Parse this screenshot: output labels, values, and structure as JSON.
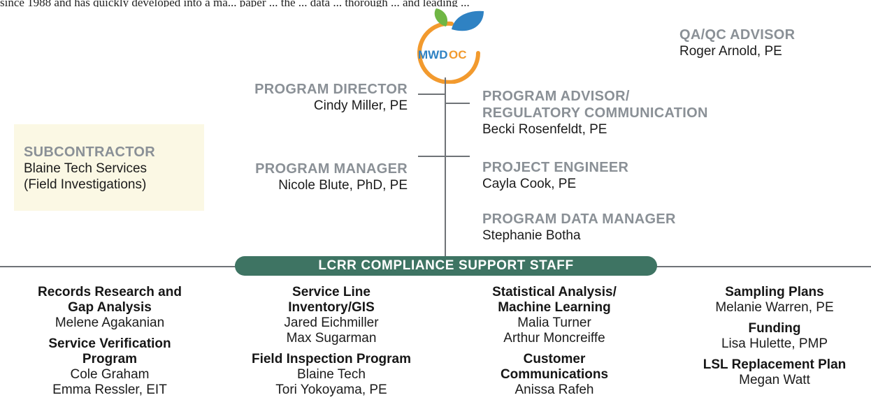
{
  "header_fragment": "since 1988 and has quickly developed into a ma... paper ... the ... data ... thorough ... and leading ...",
  "logo": {
    "text_mwd": "MWD",
    "text_oc": "OC",
    "orange": "#f29a2e",
    "green": "#6fb644",
    "blue": "#2f82c3"
  },
  "qaqc": {
    "title": "QA/QC ADVISOR",
    "name": "Roger Arnold, PE"
  },
  "program_director": {
    "title": "PROGRAM DIRECTOR",
    "name": "Cindy Miller, PE"
  },
  "program_advisor": {
    "title_line1": "PROGRAM ADVISOR/",
    "title_line2": "REGULATORY COMMUNICATION",
    "name": "Becki Rosenfeldt, PE"
  },
  "subcontractor": {
    "title": "SUBCONTRACTOR",
    "name_line1": "Blaine Tech Services",
    "name_line2": "(Field Investigations)"
  },
  "program_manager": {
    "title": "PROGRAM MANAGER",
    "name": "Nicole Blute, PhD, PE"
  },
  "project_engineer": {
    "title": "PROJECT ENGINEER",
    "name": "Cayla Cook, PE"
  },
  "data_manager": {
    "title": "PROGRAM DATA MANAGER",
    "name": "Stephanie Botha"
  },
  "banner": "LCRR COMPLIANCE SUPPORT STAFF",
  "banner_color": "#3e7463",
  "columns": {
    "c1": {
      "a_line1": "Records Research and",
      "a_line2": "Gap Analysis",
      "a_name1": "Melene Agakanian",
      "b_line1": "Service Verification",
      "b_line2": "Program",
      "b_name1": "Cole Graham",
      "b_name2": "Emma Ressler, EIT"
    },
    "c2": {
      "a_line1": "Service Line",
      "a_line2": "Inventory/GIS",
      "a_name1": "Jared Eichmiller",
      "a_name2": "Max Sugarman",
      "b_line1": "Field Inspection Program",
      "b_name1": "Blaine Tech",
      "b_name2": "Tori Yokoyama, PE"
    },
    "c3": {
      "a_line1": "Statistical Analysis/",
      "a_line2": "Machine Learning",
      "a_name1": "Malia Turner",
      "a_name2": "Arthur Moncreiffe",
      "b_line1": "Customer",
      "b_line2": "Communications",
      "b_name1": "Anissa Rafeh"
    },
    "c4": {
      "a_line1": "Sampling Plans",
      "a_name1": "Melanie Warren, PE",
      "b_line1": "Funding",
      "b_name1": "Lisa Hulette, PMP",
      "c_line1": "LSL Replacement Plan",
      "c_name1": "Megan Watt"
    }
  }
}
